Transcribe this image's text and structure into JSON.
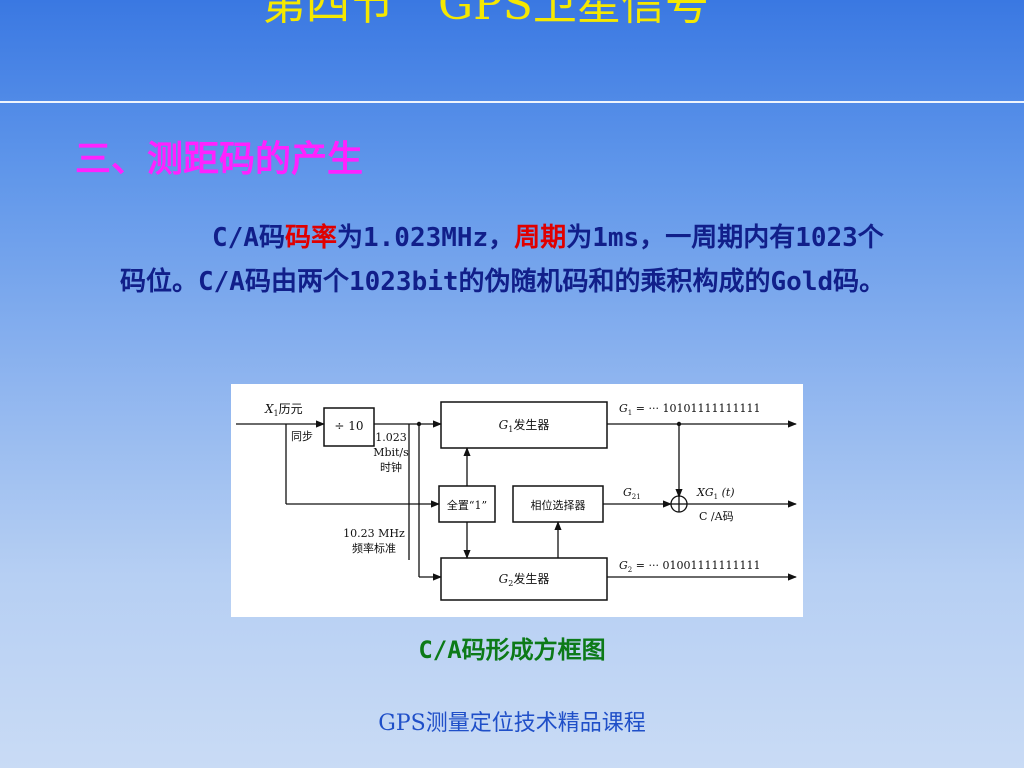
{
  "slide": {
    "title": "第四节　GPS卫星信号",
    "section_heading": "三、测距码的产生",
    "paragraph": {
      "p1": "C/A码",
      "h1": "码率",
      "p2": "为1.023MHz，",
      "h2": "周期",
      "p3": "为1ms，一周期内有1023个码位。C/A码由两个1023bit的伪随机码和的乘积构成的Gold码。"
    },
    "caption": "C/A码形成方框图",
    "footer": "GPS测量定位技术精品课程"
  },
  "diagram": {
    "x1_label": "X",
    "x1_sub": "1",
    "x1_suffix": "历元",
    "sync_label": "同步",
    "divider_box": "÷ 10",
    "clock_line1": "1.023",
    "clock_line2": "Mbit/s",
    "clock_line3": "时钟",
    "freq_line1": "10.23 MHz",
    "freq_line2": "频率标准",
    "g1_box_prefix": "G",
    "g1_box_sub": "1",
    "g1_box_suffix": "发生器",
    "g2_box_prefix": "G",
    "g2_box_sub": "2",
    "g2_box_suffix": "发生器",
    "reset_box": "全置“1”",
    "phase_box": "相位选择器",
    "g1_out_prefix": "G",
    "g1_out_sub": "1",
    "g1_out_suffix": " = ··· 10101111111111",
    "g2_out_prefix": "G",
    "g2_out_sub": "2",
    "g2_out_suffix": " = ··· 01001111111111",
    "g21_prefix": "G",
    "g21_sub": "21",
    "xg_prefix": "XG",
    "xg_sub": "1",
    "xg_suffix": " (t)",
    "ca_label": "C /A码"
  }
}
